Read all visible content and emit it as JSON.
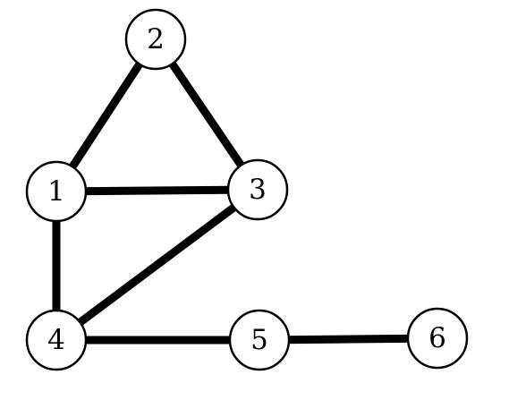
{
  "graph": {
    "colors": {
      "background": "#ffffff",
      "stroke": "#000000",
      "node_fill": "#ffffff"
    },
    "nodes": [
      {
        "id": "1",
        "label": "1"
      },
      {
        "id": "2",
        "label": "2"
      },
      {
        "id": "3",
        "label": "3"
      },
      {
        "id": "4",
        "label": "4"
      },
      {
        "id": "5",
        "label": "5"
      },
      {
        "id": "6",
        "label": "6"
      }
    ],
    "edges": [
      {
        "from": "1",
        "to": "2"
      },
      {
        "from": "2",
        "to": "3"
      },
      {
        "from": "1",
        "to": "3"
      },
      {
        "from": "1",
        "to": "4"
      },
      {
        "from": "3",
        "to": "4"
      },
      {
        "from": "4",
        "to": "5"
      },
      {
        "from": "5",
        "to": "6"
      }
    ]
  }
}
